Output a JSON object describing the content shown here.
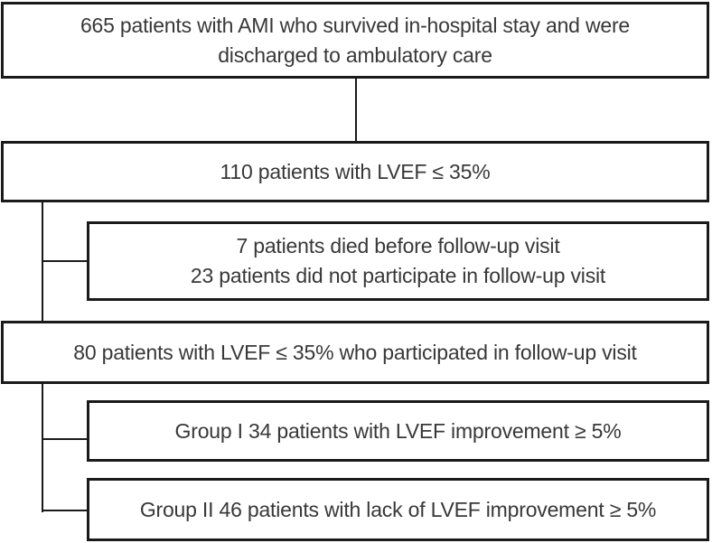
{
  "colors": {
    "border": "#1a1a1a",
    "line": "#1a1a1a",
    "text": "#383838",
    "background": "#ffffff"
  },
  "flow": {
    "type": "flowchart",
    "nodes": [
      {
        "id": "node-665-ami",
        "lines": [
          "665 patients with AMI who survived in-hospital stay and were",
          "discharged to ambulatory care"
        ]
      },
      {
        "id": "node-110-lvef",
        "lines": [
          "110 patients with LVEF ≤ 35%"
        ]
      },
      {
        "id": "node-excluded",
        "lines": [
          "7 patients died before follow-up visit",
          "23 patients did not participate in follow-up visit"
        ]
      },
      {
        "id": "node-80-followup",
        "lines": [
          "80 patients with LVEF ≤ 35% who participated in follow-up visit"
        ]
      },
      {
        "id": "node-group-1",
        "lines": [
          "Group I 34 patients with LVEF improvement ≥ 5%"
        ]
      },
      {
        "id": "node-group-2",
        "lines": [
          "Group II 46 patients with lack of LVEF improvement ≥ 5%"
        ]
      }
    ],
    "edges": [
      {
        "from": "node-665-ami",
        "to": "node-110-lvef"
      },
      {
        "from": "node-110-lvef",
        "to": "node-excluded"
      },
      {
        "from": "node-110-lvef",
        "to": "node-80-followup"
      },
      {
        "from": "node-80-followup",
        "to": "node-group-1"
      },
      {
        "from": "node-80-followup",
        "to": "node-group-2"
      }
    ]
  }
}
